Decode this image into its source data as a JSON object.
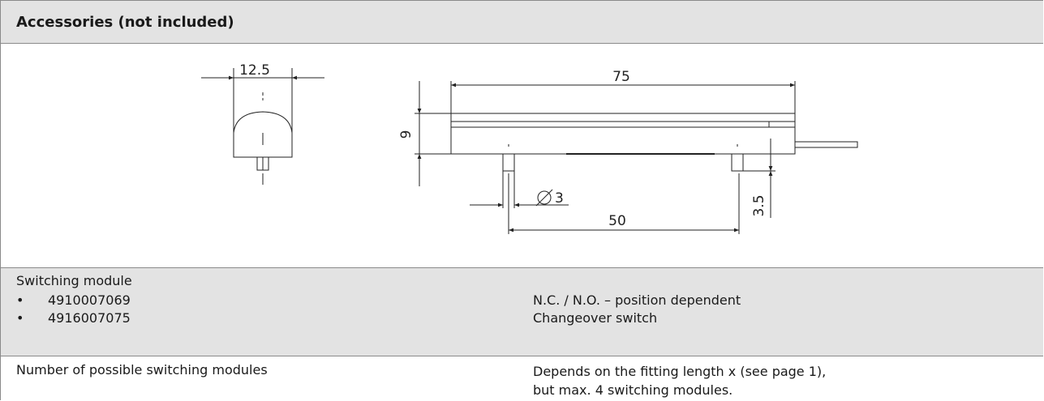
{
  "header": {
    "title": "Accessories (not included)"
  },
  "drawing": {
    "dim_width_side": "12.5",
    "dim_length": "75",
    "dim_height": "9",
    "dim_diameter": "3",
    "dim_spacing": "50",
    "dim_pin": "3.5"
  },
  "switching_module": {
    "label": "Switching module",
    "bullet": "•",
    "items": [
      {
        "code": "4910007069",
        "description": "N.C. / N.O. – position dependent"
      },
      {
        "code": "4916007075",
        "description": "Changeover switch"
      }
    ]
  },
  "possible_modules": {
    "label": "Number of possible switching modules",
    "value_line1": "Depends on the fitting length x (see page 1),",
    "value_line2": "but max. 4 switching modules."
  }
}
